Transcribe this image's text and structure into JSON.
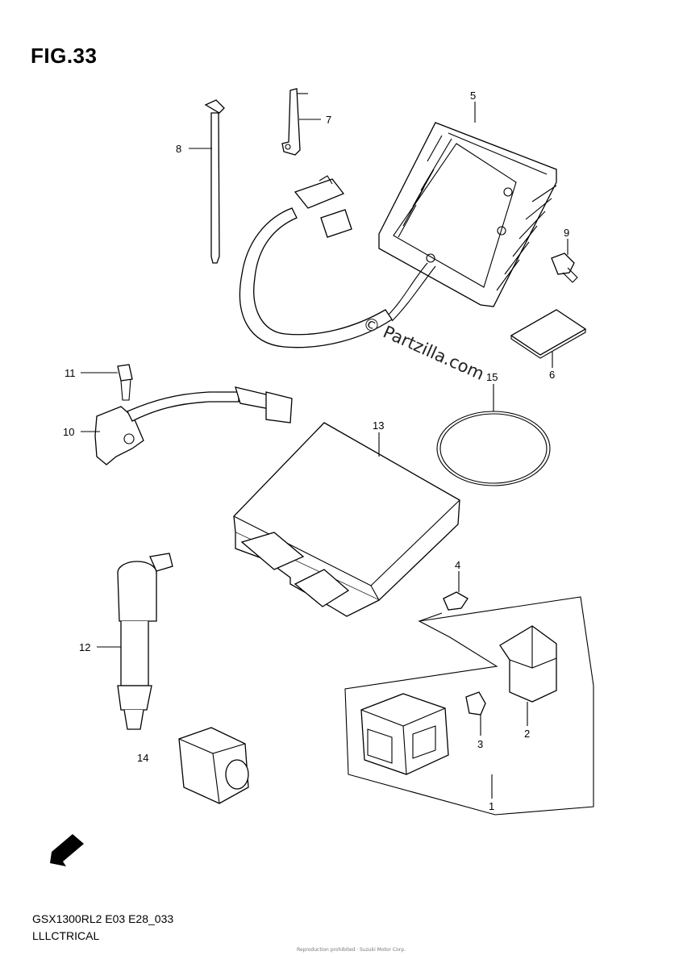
{
  "figure": {
    "title": "FIG.33",
    "model_code": "GSX1300RL2 E03 E28_033",
    "section_name": "LLLCTRICAL",
    "watermark": "© Partzilla.com",
    "copyright": "Reproduction prohibited · Suzuki Motor Corp."
  },
  "callouts": {
    "c1": "1",
    "c2": "2",
    "c3": "3",
    "c4": "4",
    "c5": "5",
    "c6": "6",
    "c7": "7",
    "c8": "8",
    "c9": "9",
    "c10": "10",
    "c11": "11",
    "c12": "12",
    "c13": "13",
    "c14": "14",
    "c15": "15"
  },
  "icons": {
    "fwd": "forward-direction-arrow-icon"
  }
}
